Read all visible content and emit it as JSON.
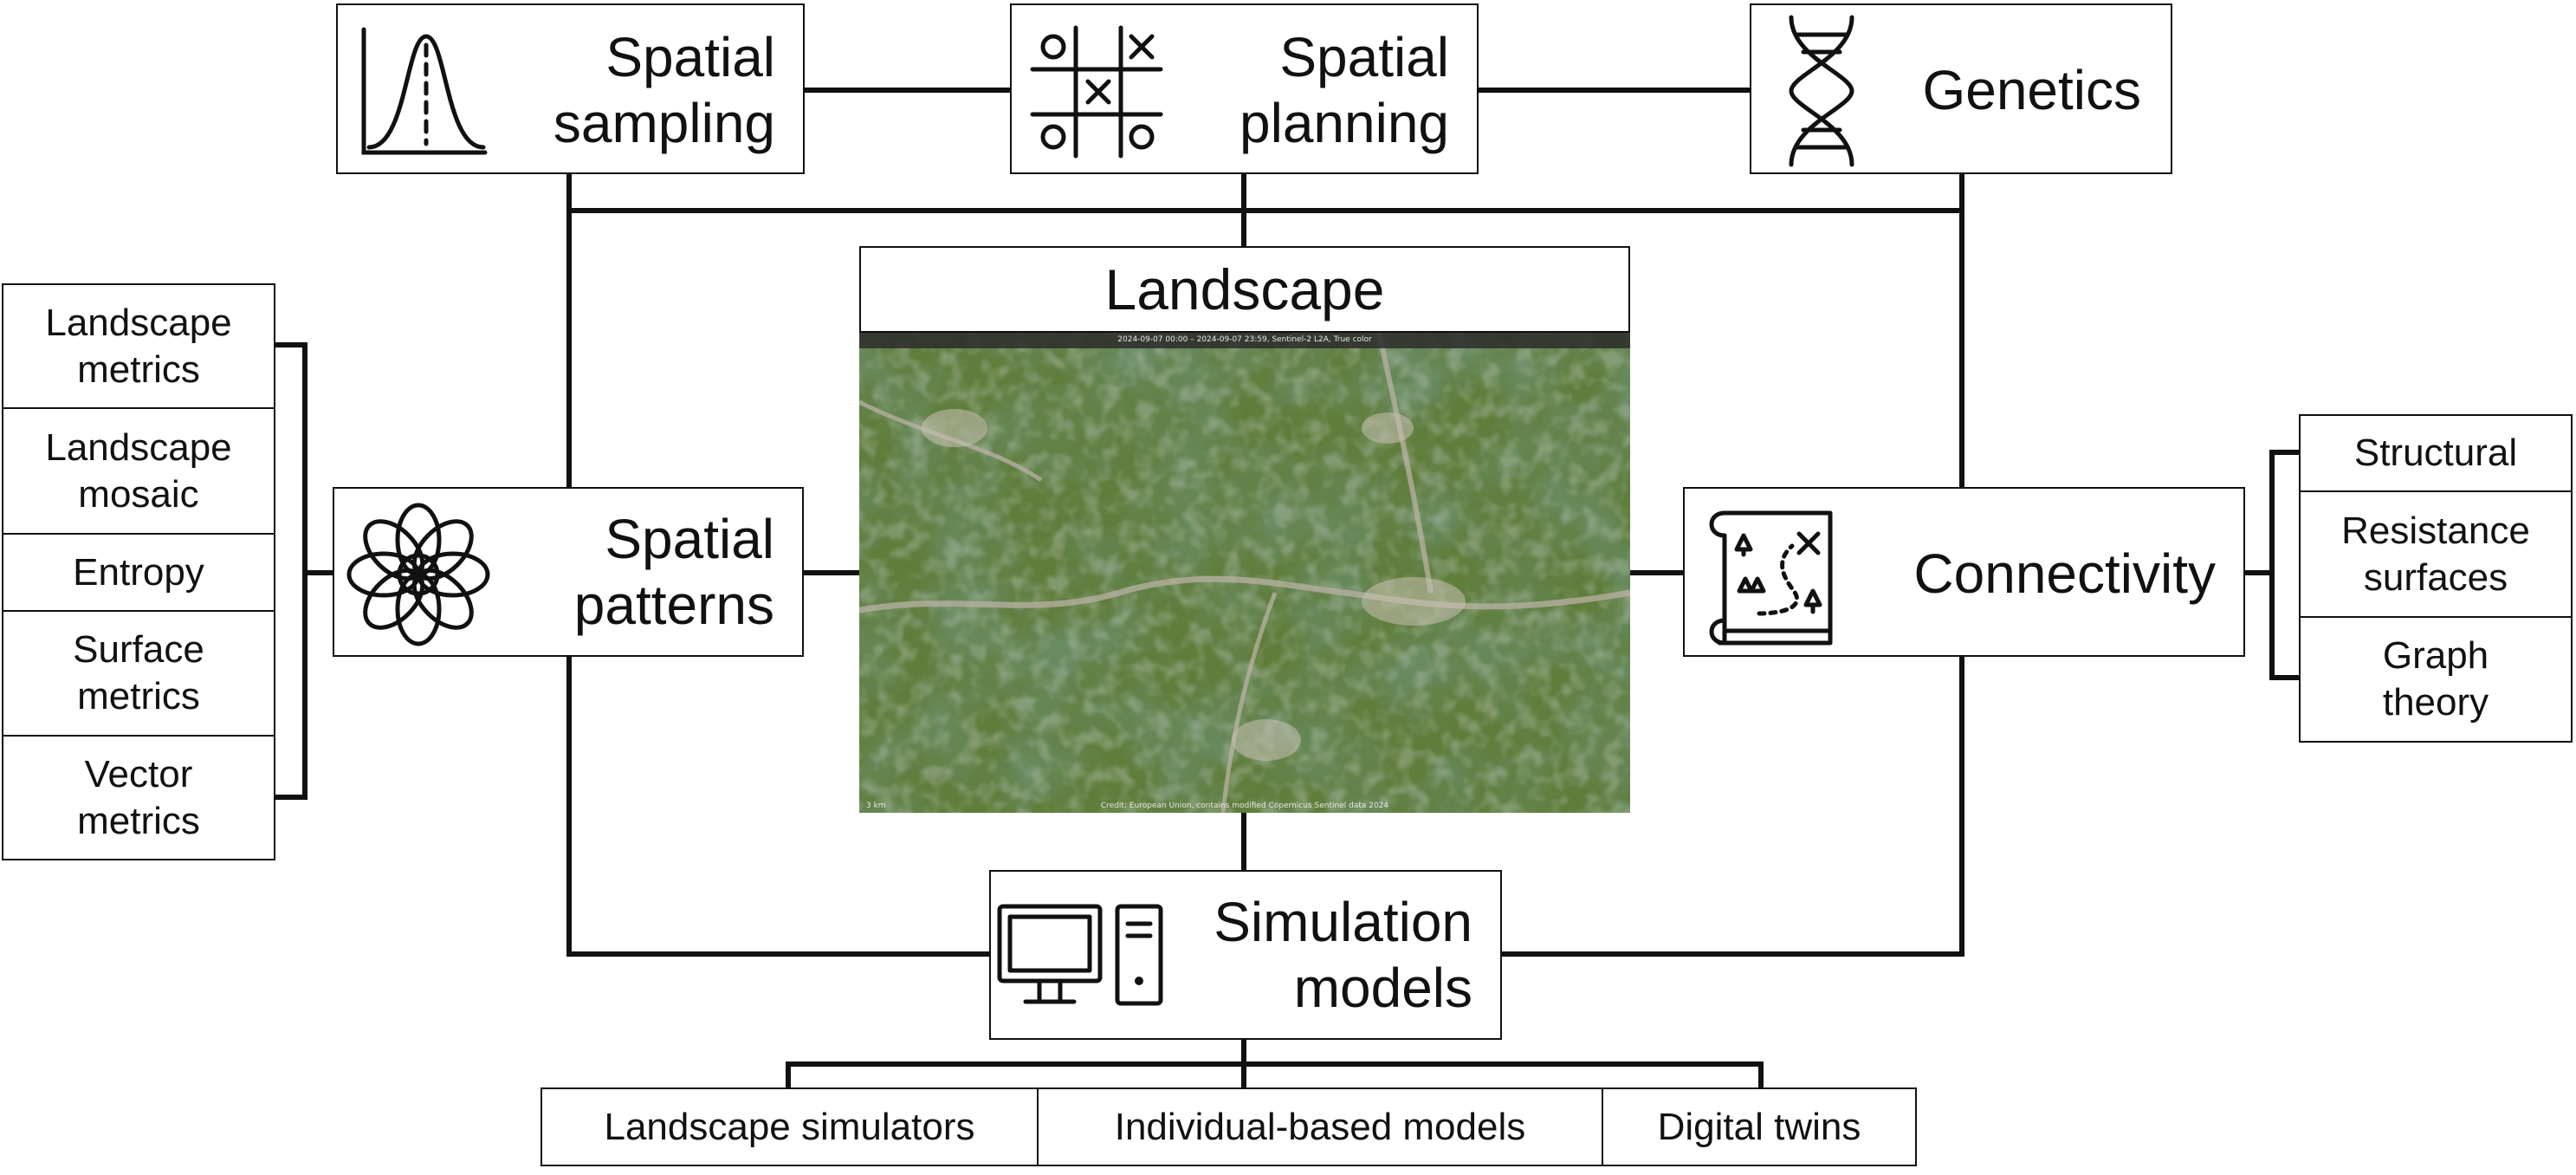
{
  "central": {
    "title": "Landscape",
    "image_caption_top": "2024-09-07 00:00 – 2024-09-07 23:59, Sentinel-2 L2A, True color",
    "image_caption_bottom": "Credit: European Union, contains modified Copernicus Sentinel data 2024",
    "scale_label": "3 km"
  },
  "nodes": {
    "spatial_sampling": "Spatial\nsampling",
    "spatial_planning": "Spatial\nplanning",
    "genetics": "Genetics",
    "spatial_patterns": "Spatial\npatterns",
    "connectivity": "Connectivity",
    "simulation_models": "Simulation\nmodels"
  },
  "pattern_metrics": [
    "Landscape\nmetrics",
    "Landscape\nmosaic",
    "Entropy",
    "Surface\nmetrics",
    "Vector\nmetrics"
  ],
  "connectivity_types": [
    "Structural",
    "Resistance\nsurfaces",
    "Graph\ntheory"
  ],
  "simulation_types": [
    "Landscape simulators",
    "Individual-based models",
    "Digital twins"
  ],
  "icons": {
    "spatial_sampling": "bell-curve-icon",
    "spatial_planning": "tic-tac-toe-icon",
    "genetics": "dna-icon",
    "spatial_patterns": "flower-pattern-icon",
    "connectivity": "treasure-map-icon",
    "simulation_models": "computer-icon"
  },
  "colors": {
    "line": "#111111",
    "background": "#ffffff",
    "vegetation": "#2f4a22"
  }
}
